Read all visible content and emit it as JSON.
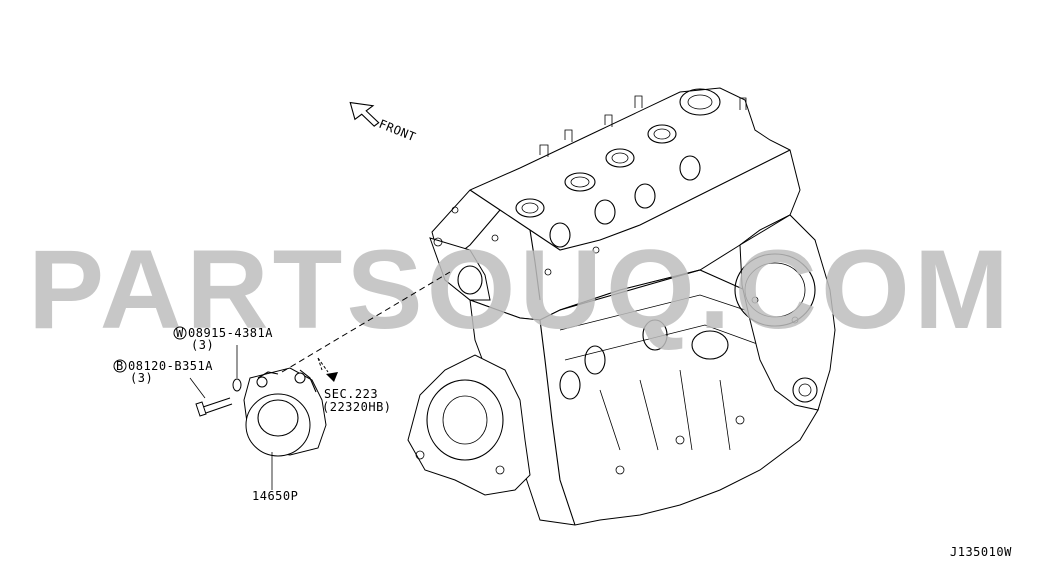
{
  "diagram": {
    "direction_label": "FRONT",
    "parts": [
      {
        "code": "08915-4381A",
        "prefix": "W",
        "qty": "(3)"
      },
      {
        "code": "08120-B351A",
        "prefix": "B",
        "qty": "(3)"
      },
      {
        "code": "14650P",
        "prefix": "",
        "qty": ""
      }
    ],
    "section_ref": {
      "line1": "SEC.223",
      "line2": "(22320HB)"
    },
    "drawing_id": "J135010W",
    "watermark": "PARTSOUQ.COM"
  },
  "colors": {
    "line": "#000000",
    "background": "#ffffff",
    "watermark": "#bdbdbd"
  },
  "icons": [
    "front-arrow-icon",
    "callout-circle-w-icon",
    "callout-circle-b-icon",
    "direction-arrow-icon"
  ]
}
